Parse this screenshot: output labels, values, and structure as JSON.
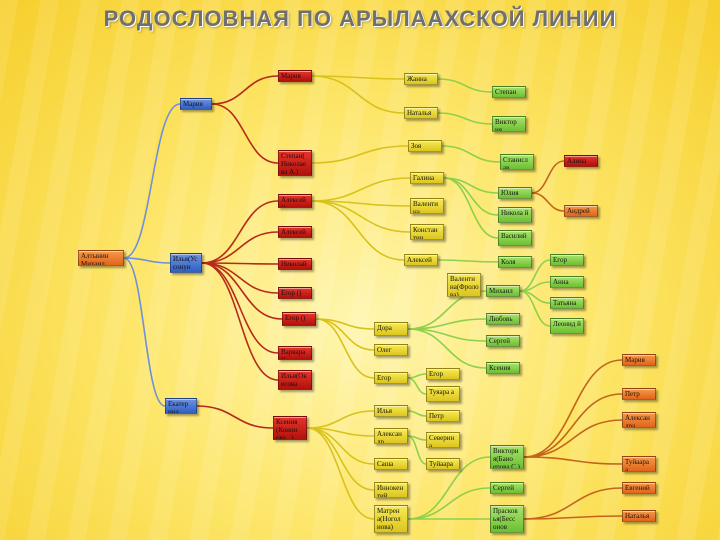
{
  "title": "РОДОСЛОВНАЯ ПО АРЫЛААХСКОЙ ЛИНИИ",
  "colors": {
    "orange": "#e3641a",
    "blue": "#2f5fc4",
    "red": "#c41a12",
    "yellow": "#e8d52f",
    "green": "#8ed24b",
    "line_blue": "#6f8fd8",
    "line_red": "#b52a1a",
    "line_yellow": "#d9c21b",
    "line_green": "#8fd04a",
    "line_orange": "#c4641c"
  },
  "nodes": [
    {
      "id": "aml",
      "label": "Алтынин Михаил",
      "cls": "orange"
    },
    {
      "id": "mariya1",
      "label": "Мария",
      "cls": "blue"
    },
    {
      "id": "ilya",
      "label": "Илья(Ус сонун М.А.)",
      "cls": "blue"
    },
    {
      "id": "ekaterina",
      "label": "Екатер ина",
      "cls": "blue"
    },
    {
      "id": "mariya2",
      "label": "Мария",
      "cls": "red"
    },
    {
      "id": "stepan",
      "label": "Степан( Николае ва А.)",
      "cls": "red"
    },
    {
      "id": "aleksey1",
      "label": "Алексей ()",
      "cls": "red"
    },
    {
      "id": "aleksey2",
      "label": "Алексей",
      "cls": "red"
    },
    {
      "id": "nikolay1",
      "label": "Николай",
      "cls": "red"
    },
    {
      "id": "egor1",
      "label": "Егор ()",
      "cls": "red"
    },
    {
      "id": "egor2",
      "label": "Егор ()",
      "cls": "red"
    },
    {
      "id": "varvara",
      "label": "Варвара ()",
      "cls": "red"
    },
    {
      "id": "ilyazh",
      "label": "Илья(Ок есова Т.Р.)",
      "cls": "red"
    },
    {
      "id": "kseniya1",
      "label": "Ксения (Конон ова ..)",
      "cls": "red"
    },
    {
      "id": "zhanna",
      "label": "Жанна",
      "cls": "yellow"
    },
    {
      "id": "natalya",
      "label": "Наталья",
      "cls": "yellow"
    },
    {
      "id": "zoya",
      "label": "Зоя",
      "cls": "yellow"
    },
    {
      "id": "galina",
      "label": "Галина",
      "cls": "yellow"
    },
    {
      "id": "valentina",
      "label": "Валенти на",
      "cls": "yellow"
    },
    {
      "id": "konstantin",
      "label": "Констан тин",
      "cls": "yellow"
    },
    {
      "id": "aleksey3",
      "label": "Алексей",
      "cls": "yellow"
    },
    {
      "id": "valentina2",
      "label": "Валенти на(Фроло ва)",
      "cls": "yellow"
    },
    {
      "id": "dora",
      "label": "Дора",
      "cls": "yellow"
    },
    {
      "id": "oleg",
      "label": "Олег",
      "cls": "yellow"
    },
    {
      "id": "egor3",
      "label": "Егор",
      "cls": "yellow"
    },
    {
      "id": "ilya3",
      "label": "Илья",
      "cls": "yellow"
    },
    {
      "id": "aleksandr",
      "label": "Алексан др",
      "cls": "yellow"
    },
    {
      "id": "sasha",
      "label": "Саша",
      "cls": "yellow"
    },
    {
      "id": "innokentiy",
      "label": "Иннокен тий",
      "cls": "yellow"
    },
    {
      "id": "matrena",
      "label": "Матрен а(Ногол нова)",
      "cls": "yellow"
    },
    {
      "id": "egor4",
      "label": "Егор",
      "cls": "yellow"
    },
    {
      "id": "tuyaara1",
      "label": "Туяара а",
      "cls": "yellow"
    },
    {
      "id": "petr",
      "label": "Петр",
      "cls": "yellow"
    },
    {
      "id": "severina",
      "label": "Северин а",
      "cls": "yellow"
    },
    {
      "id": "tuyaara2",
      "label": "Туйаара",
      "cls": "yellow"
    },
    {
      "id": "stepan2",
      "label": "Степан",
      "cls": "green"
    },
    {
      "id": "viktoriya",
      "label": "Виктор ия",
      "cls": "green"
    },
    {
      "id": "stanislav",
      "label": "Станисл ав",
      "cls": "green"
    },
    {
      "id": "yuliya",
      "label": "Юлия",
      "cls": "green"
    },
    {
      "id": "nikolay2",
      "label": "Никола й",
      "cls": "green"
    },
    {
      "id": "vasiliy",
      "label": "Василий",
      "cls": "green"
    },
    {
      "id": "kolya",
      "label": "Коля",
      "cls": "green"
    },
    {
      "id": "mikhail2",
      "label": "Михаил",
      "cls": "green"
    },
    {
      "id": "lyubov",
      "label": "Любовь",
      "cls": "green"
    },
    {
      "id": "sergey1",
      "label": "Сергей",
      "cls": "green"
    },
    {
      "id": "kseniya2",
      "label": "Ксения",
      "cls": "green"
    },
    {
      "id": "viktoriya2",
      "label": "Виктори я(Бано ерова С.)",
      "cls": "green"
    },
    {
      "id": "sergey2",
      "label": "Сергей",
      "cls": "green"
    },
    {
      "id": "praskovya",
      "label": "Прасков ья(Бесс онов И.Я.)",
      "cls": "green"
    },
    {
      "id": "egor5",
      "label": "Егор",
      "cls": "green"
    },
    {
      "id": "anna",
      "label": "Анна",
      "cls": "green"
    },
    {
      "id": "tatyana",
      "label": "Татьяна",
      "cls": "green"
    },
    {
      "id": "leonid",
      "label": "Леонид й",
      "cls": "green"
    },
    {
      "id": "alina",
      "label": "Алина",
      "cls": "red"
    },
    {
      "id": "andrey",
      "label": "Андрей",
      "cls": "orange"
    },
    {
      "id": "mariya3",
      "label": "Мария",
      "cls": "orange"
    },
    {
      "id": "petr2",
      "label": "Петр",
      "cls": "orange"
    },
    {
      "id": "aleksandra",
      "label": "Алексан дра",
      "cls": "orange"
    },
    {
      "id": "tuyaara3",
      "label": "Туйаара а",
      "cls": "orange"
    },
    {
      "id": "evgeniy",
      "label": "Евгений",
      "cls": "orange"
    },
    {
      "id": "natalya2",
      "label": "Наталья",
      "cls": "orange"
    }
  ],
  "edges": [
    [
      "aml",
      "mariya1",
      "line_blue"
    ],
    [
      "aml",
      "ilya",
      "line_blue"
    ],
    [
      "aml",
      "ekaterina",
      "line_blue"
    ],
    [
      "mariya1",
      "mariya2",
      "line_red"
    ],
    [
      "mariya1",
      "stepan",
      "line_red"
    ],
    [
      "ilya",
      "aleksey1",
      "line_red"
    ],
    [
      "ilya",
      "aleksey2",
      "line_red"
    ],
    [
      "ilya",
      "nikolay1",
      "line_red"
    ],
    [
      "ilya",
      "egor1",
      "line_red"
    ],
    [
      "ilya",
      "egor2",
      "line_red"
    ],
    [
      "ilya",
      "varvara",
      "line_red"
    ],
    [
      "ilya",
      "ilyazh",
      "line_red"
    ],
    [
      "ekaterina",
      "kseniya1",
      "line_red"
    ],
    [
      "mariya2",
      "zhanna",
      "line_yellow"
    ],
    [
      "mariya2",
      "natalya",
      "line_yellow"
    ],
    [
      "stepan",
      "zoya",
      "line_yellow"
    ],
    [
      "aleksey1",
      "galina",
      "line_yellow"
    ],
    [
      "aleksey1",
      "valentina",
      "line_yellow"
    ],
    [
      "aleksey1",
      "konstantin",
      "line_yellow"
    ],
    [
      "aleksey1",
      "aleksey3",
      "line_yellow"
    ],
    [
      "egor2",
      "dora",
      "line_yellow"
    ],
    [
      "egor2",
      "oleg",
      "line_yellow"
    ],
    [
      "egor2",
      "egor3",
      "line_yellow"
    ],
    [
      "kseniya1",
      "ilya3",
      "line_yellow"
    ],
    [
      "kseniya1",
      "aleksandr",
      "line_yellow"
    ],
    [
      "kseniya1",
      "sasha",
      "line_yellow"
    ],
    [
      "kseniya1",
      "innokentiy",
      "line_yellow"
    ],
    [
      "kseniya1",
      "matrena",
      "line_yellow"
    ],
    [
      "egor3",
      "egor4",
      "line_green"
    ],
    [
      "egor3",
      "tuyaara1",
      "line_green"
    ],
    [
      "ilya3",
      "petr",
      "line_green"
    ],
    [
      "aleksandr",
      "severina",
      "line_green"
    ],
    [
      "aleksandr",
      "tuyaara2",
      "line_green"
    ],
    [
      "zhanna",
      "stepan2",
      "line_green"
    ],
    [
      "natalya",
      "viktoriya",
      "line_green"
    ],
    [
      "zoya",
      "stanislav",
      "line_green"
    ],
    [
      "galina",
      "yuliya",
      "line_green"
    ],
    [
      "galina",
      "nikolay2",
      "line_green"
    ],
    [
      "galina",
      "vasiliy",
      "line_green"
    ],
    [
      "aleksey3",
      "kolya",
      "line_green"
    ],
    [
      "dora",
      "mikhail2",
      "line_green"
    ],
    [
      "dora",
      "lyubov",
      "line_green"
    ],
    [
      "dora",
      "sergey1",
      "line_green"
    ],
    [
      "dora",
      "kseniya2",
      "line_green"
    ],
    [
      "matrena",
      "viktoriya2",
      "line_green"
    ],
    [
      "matrena",
      "sergey2",
      "line_green"
    ],
    [
      "matrena",
      "praskovya",
      "line_green"
    ],
    [
      "mikhail2",
      "egor5",
      "line_green"
    ],
    [
      "mikhail2",
      "anna",
      "line_green"
    ],
    [
      "mikhail2",
      "tatyana",
      "line_green"
    ],
    [
      "mikhail2",
      "leonid",
      "line_green"
    ],
    [
      "yuliya",
      "alina",
      "line_orange"
    ],
    [
      "yuliya",
      "andrey",
      "line_orange"
    ],
    [
      "viktoriya2",
      "mariya3",
      "line_orange"
    ],
    [
      "viktoriya2",
      "petr2",
      "line_orange"
    ],
    [
      "viktoriya2",
      "aleksandra",
      "line_orange"
    ],
    [
      "viktoriya2",
      "tuyaara3",
      "line_orange"
    ],
    [
      "praskovya",
      "evgeniy",
      "line_orange"
    ],
    [
      "praskovya",
      "natalya2",
      "line_orange"
    ]
  ]
}
